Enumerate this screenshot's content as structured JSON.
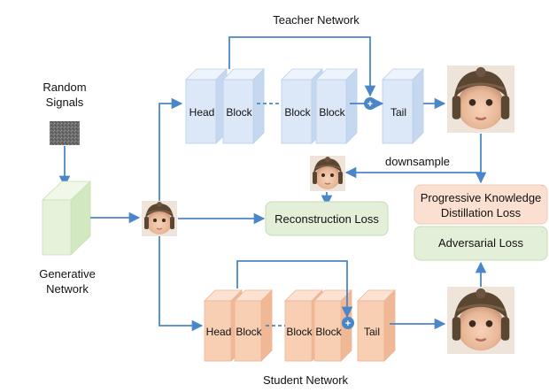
{
  "titles": {
    "teacher": "Teacher Network",
    "student": "Student Network"
  },
  "inputs": {
    "random_line1": "Random",
    "random_line2": "Signals",
    "generative_line1": "Generative",
    "generative_line2": "Network"
  },
  "teacher_blocks": [
    "Head",
    "Block",
    "Block",
    "Block",
    "Tail"
  ],
  "student_blocks": [
    "Head",
    "Block",
    "Block",
    "Block",
    "Tail"
  ],
  "labels": {
    "downsample": "downsample"
  },
  "losses": {
    "reconstruction": "Reconstruction Loss",
    "pkd_line1": "Progressive Knowledge",
    "pkd_line2": "Distillation Loss",
    "adversarial": "Adversarial Loss"
  },
  "colors": {
    "arrow": "#4a86c8",
    "teacher_block": "#dce8f8",
    "student_block": "#f9cfb3",
    "generative_block": "#e6f3da",
    "loss_green": "#e3efd9",
    "loss_peach": "#fbe0d2"
  }
}
